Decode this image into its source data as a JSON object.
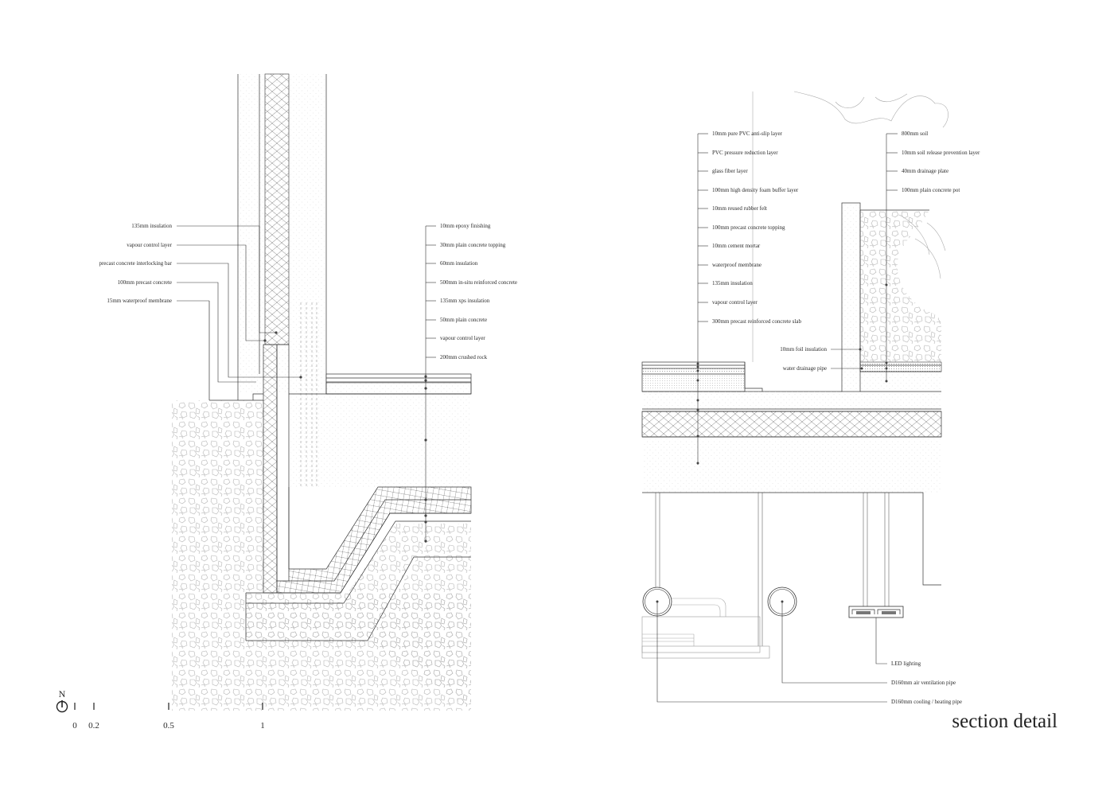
{
  "title": "section detail",
  "north_label": "N",
  "scale_labels": [
    "0",
    "0.2",
    "0.5",
    "1"
  ],
  "left_detail": {
    "labels_left": [
      "135mm insulation",
      "vapour control layer",
      "precast concrete interlocking bar",
      "100mm precast concrete",
      "15mm waterproof membrane"
    ],
    "labels_right": [
      "10mm epoxy finishing",
      "30mm plain concrete topping",
      "60mm insulation",
      "500mm in-situ reinforced concrete",
      "135mm xps insulation",
      "50mm plain concrete",
      "vapour control layer",
      "200mm crushed rock"
    ]
  },
  "right_detail": {
    "labels_left": [
      "10mm pure PVC anti-slip layer",
      "PVC pressure reduction layer",
      "glass fiber layer",
      "100mm high density foam buffer layer",
      "10mm reused rubber felt",
      "100mm precast concrete topping",
      "10mm cement mortar",
      "waterproof membrane",
      "135mm insulation",
      "vapour control layer",
      "300mm  precast reinforced concrete slab"
    ],
    "labels_pot": [
      "800mm soil",
      "10mm soil release prevention layer",
      "40mm drainage plate",
      "100mm plain concrete pot"
    ],
    "labels_mid": [
      "10mm foil insulation",
      "water drainage pipe"
    ],
    "labels_bottom": [
      "LED lighting",
      "D160mm air ventilation pipe",
      "D160mm cooling / heating pipe"
    ]
  }
}
